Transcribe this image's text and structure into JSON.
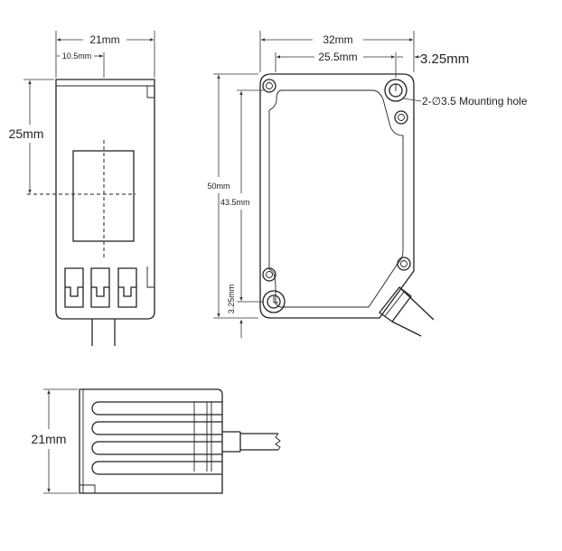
{
  "front_view": {
    "width_label": "21mm",
    "half_width_label": "10.5mm",
    "height_label": "25mm"
  },
  "side_view": {
    "width_label": "32mm",
    "hole_spacing_label": "25.5mm",
    "offset_label": "3.25mm",
    "height_label": "50mm",
    "hole_height_label": "43.5mm",
    "bottom_offset_label": "3.25mm",
    "hole_note": "2-∅3.5 Mounting hole"
  },
  "bottom_view": {
    "width_label": "21mm"
  }
}
